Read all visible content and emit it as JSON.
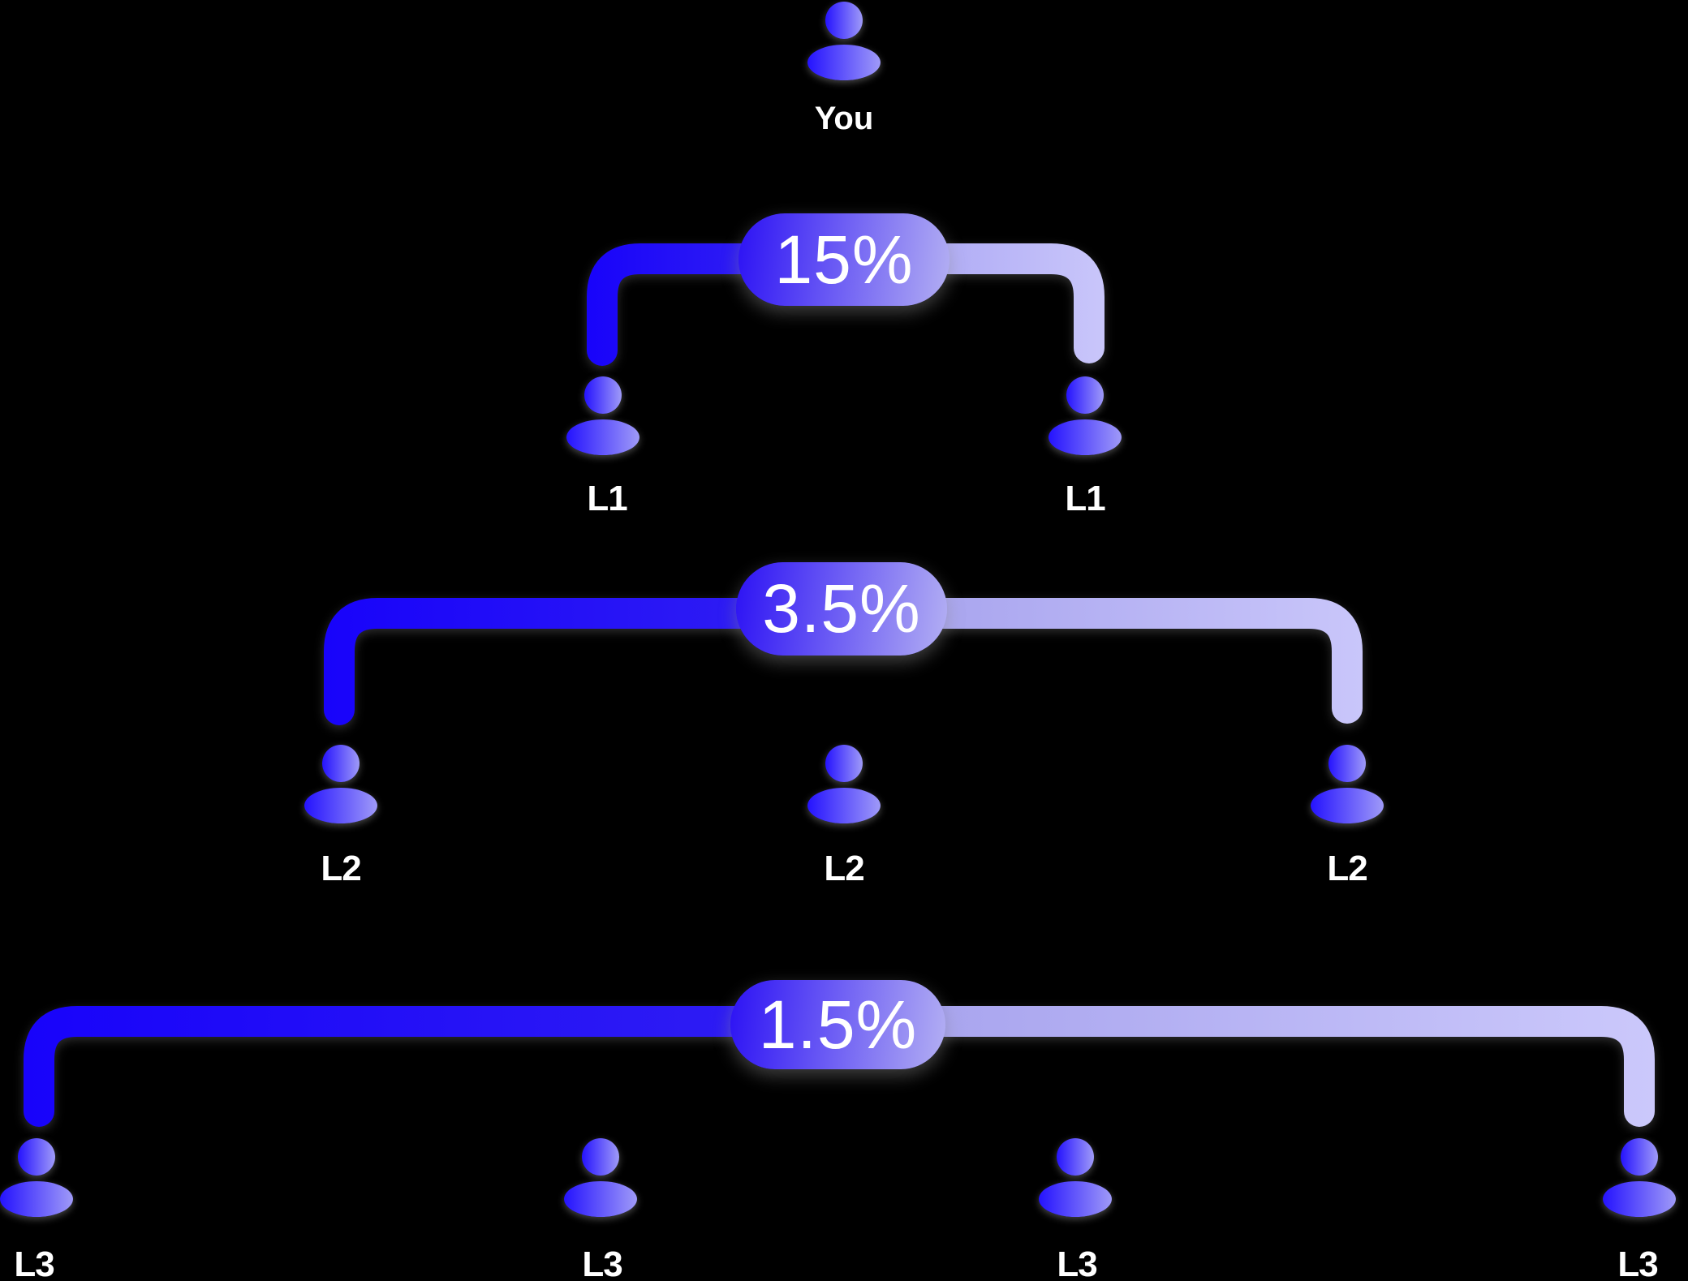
{
  "root": {
    "label": "You"
  },
  "levels": [
    {
      "commission": "15%",
      "node_labels": [
        "L1",
        "L1"
      ]
    },
    {
      "commission": "3.5%",
      "node_labels": [
        "L2",
        "L2",
        "L2"
      ]
    },
    {
      "commission": "1.5%",
      "node_labels": [
        "L3",
        "L3",
        "L3",
        "L3"
      ]
    }
  ],
  "colors": {
    "background": "#000000",
    "line_deep_blue": "#1e07f2",
    "line_light_lavender": "#c9c6fa",
    "pill_gradient_start": "#2c12f4",
    "pill_gradient_end": "#b3aff3",
    "person_gradient_start": "#2513fe",
    "person_gradient_end": "#9f9af8",
    "label_text": "#ffffff"
  }
}
